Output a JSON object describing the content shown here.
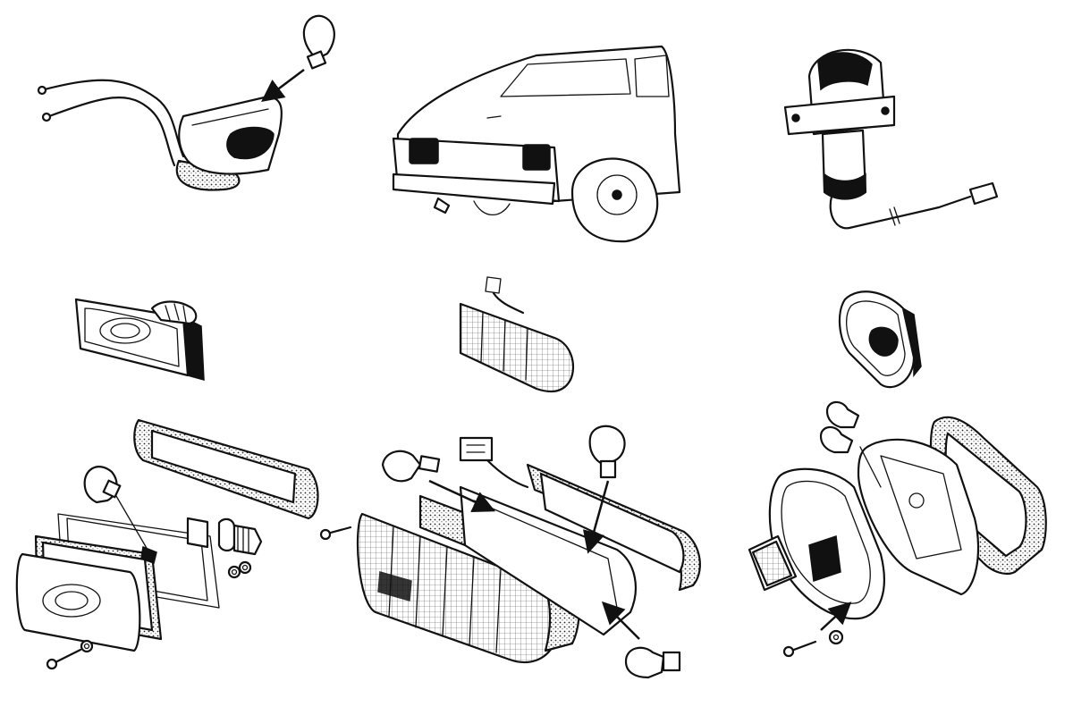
{
  "colors": {
    "ink": "#111111",
    "paper": "#ffffff"
  },
  "diagram": {
    "groups": [
      {
        "name": "number-plate-lamp-assembly"
      },
      {
        "name": "car-rear-view"
      },
      {
        "name": "reversing-lamp-assembly"
      },
      {
        "name": "front-indicator-lamp"
      },
      {
        "name": "rear-combination-lamp"
      },
      {
        "name": "side-marker-lamp"
      },
      {
        "name": "front-indicator-exploded"
      },
      {
        "name": "rear-combination-exploded"
      },
      {
        "name": "side-marker-exploded"
      }
    ]
  }
}
